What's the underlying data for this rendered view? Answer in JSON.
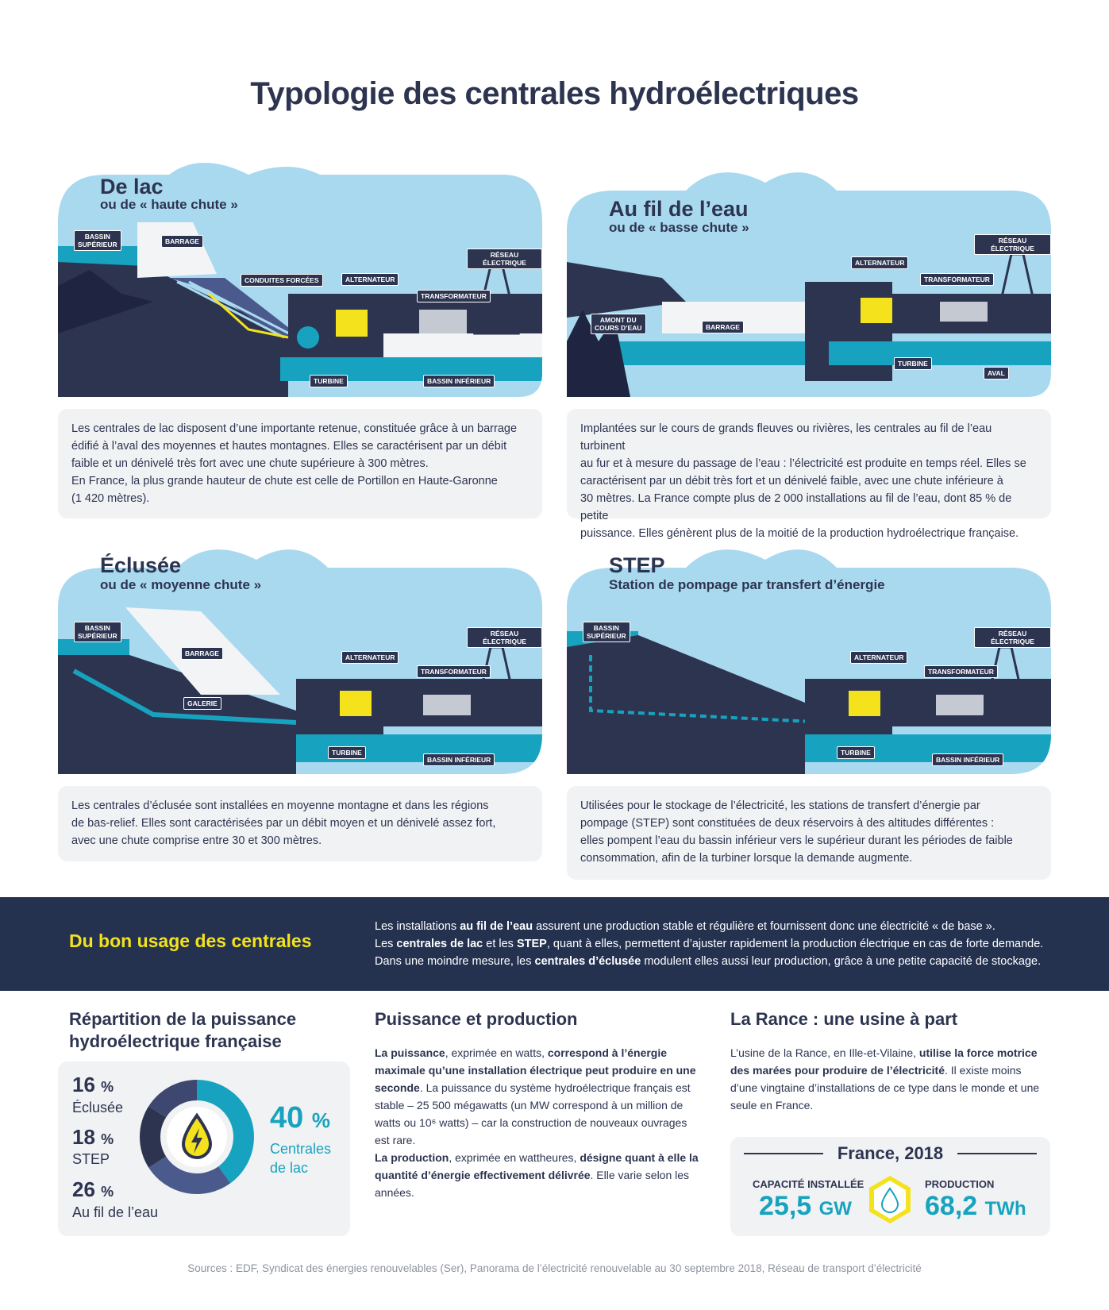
{
  "title": "Typologie des centrales hydroélectriques",
  "panels": {
    "lac": {
      "title": "De lac",
      "subtitle": "ou de « haute chute »",
      "labels": {
        "bassin": "BASSIN\nSUPÉRIEUR",
        "barrage": "BARRAGE",
        "conduites": "CONDUITES FORCÉES",
        "alternateur": "ALTERNATEUR",
        "transformateur": "TRANSFORMATEUR",
        "reseau": "RÉSEAU ÉLECTRIQUE",
        "turbine": "TURBINE",
        "bassin_inf": "BASSIN INFÉRIEUR"
      },
      "desc": "Les centrales de lac disposent d’une importante retenue, constituée grâce à un barrage\nédifié à l’aval des moyennes et hautes montagnes. Elles se caractérisent par un débit\nfaible et un dénivelé très fort avec une chute supérieure à 300 mètres.\nEn France, la plus grande hauteur de chute est celle de Portillon en Haute-Garonne\n(1 420 mètres)."
    },
    "fil": {
      "title": "Au fil de l’eau",
      "subtitle": "ou de « basse chute »",
      "labels": {
        "reseau": "RÉSEAU ÉLECTRIQUE",
        "alternateur": "ALTERNATEUR",
        "transformateur": "TRANSFORMATEUR",
        "amont": "AMONT DU\nCOURS D’EAU",
        "barrage": "BARRAGE",
        "turbine": "TURBINE",
        "aval": "AVAL"
      },
      "desc": "Implantées sur le cours de grands fleuves ou rivières, les centrales au fil de l’eau turbinent\nau fur et à mesure du passage de l’eau : l’électricité est produite en temps réel. Elles se\ncaractérisent par un débit très fort et un dénivelé faible, avec une chute inférieure à\n30 mètres. La France compte plus de 2 000 installations au fil de l’eau, dont 85 % de petite\npuissance. Elles génèrent plus de la moitié de la production hydroélectrique française."
    },
    "eclusee": {
      "title": "Éclusée",
      "subtitle": "ou de « moyenne chute »",
      "labels": {
        "bassin": "BASSIN\nSUPÉRIEUR",
        "barrage": "BARRAGE",
        "galerie": "GALERIE",
        "alternateur": "ALTERNATEUR",
        "transformateur": "TRANSFORMATEUR",
        "reseau": "RÉSEAU ÉLECTRIQUE",
        "turbine": "TURBINE",
        "bassin_inf": "BASSIN INFÉRIEUR"
      },
      "desc": "Les centrales d’éclusée sont installées en moyenne montagne et dans les régions\nde bas-relief. Elles sont caractérisées par un débit moyen et un dénivelé assez fort,\navec une chute comprise entre 30 et 300 mètres."
    },
    "step": {
      "title": "STEP",
      "subtitle": "Station de pompage par transfert d’énergie",
      "labels": {
        "bassin": "BASSIN\nSUPÉRIEUR",
        "alternateur": "ALTERNATEUR",
        "transformateur": "TRANSFORMATEUR",
        "reseau": "RÉSEAU ÉLECTRIQUE",
        "turbine": "TURBINE",
        "bassin_inf": "BASSIN INFÉRIEUR"
      },
      "desc": "Utilisées pour le stockage de l’électricité, les stations de transfert d’énergie par\npompage (STEP) sont constituées de deux réservoirs à des altitudes différentes :\nelles pompent l’eau du bassin inférieur vers le supérieur durant les périodes de faible\nconsommation, afin de la turbiner lorsque la demande augmente."
    }
  },
  "band": {
    "title": "Du bon usage des centrales",
    "l1_a": "Les installations ",
    "l1_b": "au fil de l’eau",
    "l1_c": " assurent une production stable et régulière et fournissent donc une électricité « de base ».",
    "l2_a": "Les ",
    "l2_b": "centrales de lac",
    "l2_c": " et les ",
    "l2_d": "STEP",
    "l2_e": ", quant à elles, permettent d’ajuster rapidement la production électrique en cas de forte demande.",
    "l3_a": "Dans une moindre mesure, les ",
    "l3_b": "centrales d’éclusée",
    "l3_c": " modulent elles aussi leur production, grâce à une petite capacité de stockage."
  },
  "repartition": {
    "title_l1": "Répartition de la puissance",
    "title_l2": "hydroélectrique française",
    "items": [
      {
        "value": "16",
        "unit": "%",
        "label": "Éclusée"
      },
      {
        "value": "18",
        "unit": "%",
        "label": "STEP"
      },
      {
        "value": "26",
        "unit": "%",
        "label": "Au fil de l’eau"
      },
      {
        "value": "40",
        "unit": "%",
        "label_l1": "Centrales",
        "label_l2": "de lac"
      }
    ]
  },
  "chart_data": {
    "type": "pie",
    "title": "Répartition de la puissance hydroélectrique française",
    "categories": [
      "Centrales de lac",
      "Au fil de l’eau",
      "STEP",
      "Éclusée"
    ],
    "values": [
      40,
      26,
      18,
      16
    ],
    "colors": [
      "#17a3bf",
      "#4a5a8c",
      "#2d3450",
      "#3d4770"
    ]
  },
  "puissance": {
    "title": "Puissance et production",
    "p1_a": "La puissance",
    "p1_b": ", exprimée en watts, ",
    "p1_c": "correspond à l’énergie maximale qu’une installation électrique peut produire en une seconde",
    "p1_d": ". La puissance du système hydroélectrique français est stable – 25 500 mégawatts (un MW correspond à un million de watts ou 10⁶ watts) – car la construction de nouveaux ouvrages est rare.",
    "p2_a": "La production",
    "p2_b": ", exprimée en wattheures, ",
    "p2_c": "désigne quant à elle la quantité d’énergie effectivement délivrée",
    "p2_d": ". Elle varie selon les années."
  },
  "rance": {
    "title": "La Rance : une usine à part",
    "t_a": "L’usine de la Rance, en Ille-et-Vilaine, ",
    "t_b": "utilise la force motrice des marées pour produire de l’électricité",
    "t_c": ". Il existe moins d’une vingtaine d’installations de ce type dans le monde et une seule en France.",
    "box_title": "France, 2018",
    "cap_label": "CAPACITÉ INSTALLÉE",
    "cap_value": "25,5",
    "cap_unit": "GW",
    "prod_label": "PRODUCTION",
    "prod_value": "68,2",
    "prod_unit": "TWh"
  },
  "source": "Sources : EDF, Syndicat des énergies renouvelables (Ser), Panorama de l’électricité renouvelable au 30 septembre 2018, Réseau de transport d’électricité",
  "colors": {
    "navy": "#2d3450",
    "teal": "#17a3bf",
    "sky": "#a9d9ef",
    "yellow": "#f4e21c"
  }
}
